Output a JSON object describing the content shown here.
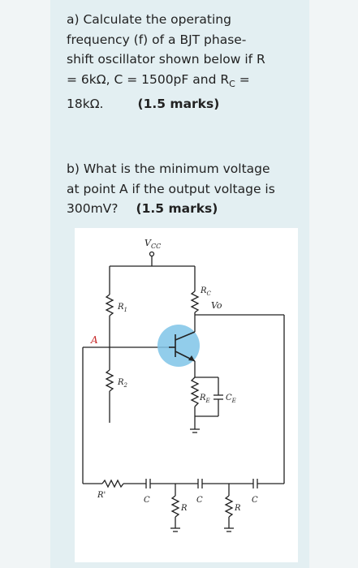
{
  "question_a": {
    "lines": [
      "a) Calculate the operating",
      "frequency (f) of a BJT phase-",
      "shift oscillator shown below if R",
      "= 6kΩ, C = 1500pF and R",
      "18kΩ."
    ],
    "rc_subscript": "C",
    "rc_equals": " =",
    "marks": "(1.5 marks)"
  },
  "question_b": {
    "lines": [
      "b) What is the minimum voltage",
      "at point A if the output voltage is",
      "300mV?"
    ],
    "marks": "(1.5 marks)"
  },
  "circuit": {
    "vcc": "V",
    "vcc_sub": "CC",
    "rc": "R",
    "rc_sub": "C",
    "vo": "Vo",
    "r1": "R",
    "r1_sub": "1",
    "r2": "R",
    "r2_sub": "2",
    "point_a": "A",
    "re": "R",
    "re_sub": "E",
    "ce": "C",
    "ce_sub": "E",
    "r_prime": "R'",
    "c1": "C",
    "c2": "C",
    "c3": "C",
    "r_a": "R",
    "r_b": "R",
    "colors": {
      "wire": "#222222",
      "transistor_highlight": "#7fc4e8",
      "point_a": "#c62828"
    }
  }
}
